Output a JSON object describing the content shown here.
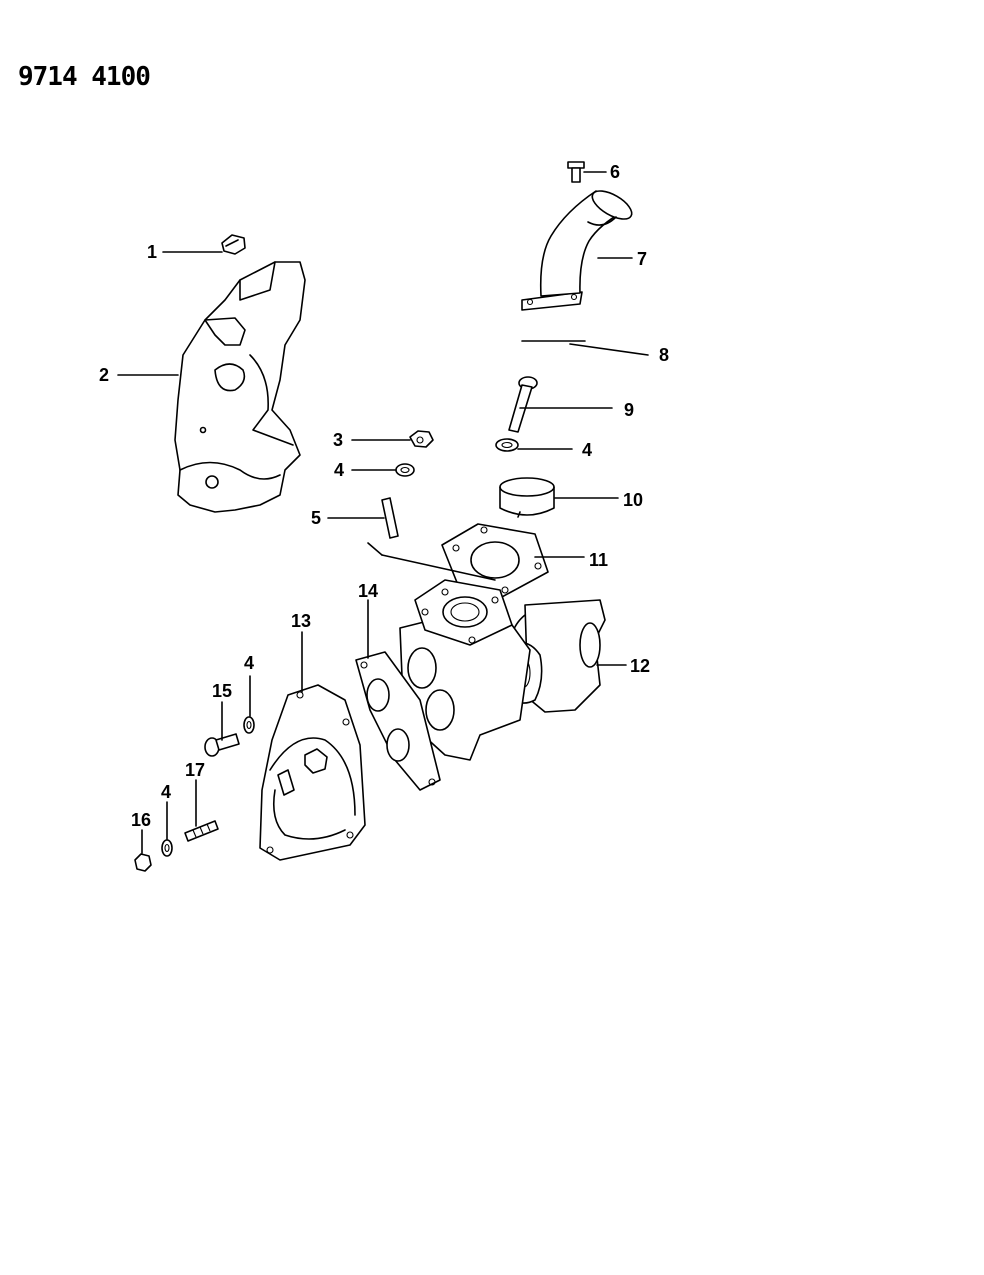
{
  "document": {
    "id": "9714 4100"
  },
  "callouts": {
    "c1": "1",
    "c2": "2",
    "c3": "3",
    "c4a": "4",
    "c4b": "4",
    "c4c": "4",
    "c4d": "4",
    "c5": "5",
    "c6": "6",
    "c7": "7",
    "c8": "8",
    "c9": "9",
    "c10": "10",
    "c11": "11",
    "c12": "12",
    "c13": "13",
    "c14": "14",
    "c15": "15",
    "c16": "16",
    "c17": "17"
  }
}
